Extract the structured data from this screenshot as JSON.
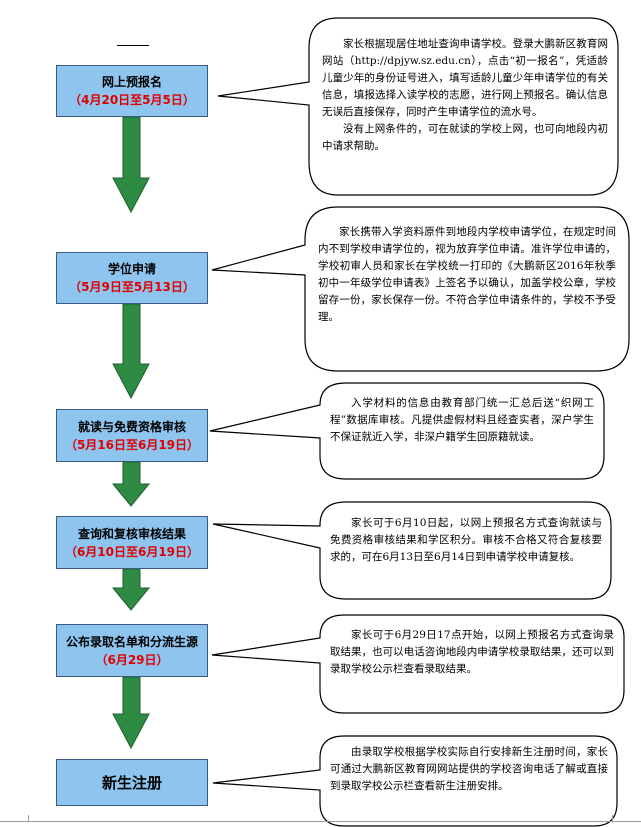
{
  "steps": [
    {
      "title": "网上预报名",
      "date": "（4月20日至5月5日）"
    },
    {
      "title": "学位申请",
      "date": "（5月9日至5月13日）"
    },
    {
      "title": "就读与免费资格审核",
      "date": "（5月16日至6月19日）"
    },
    {
      "title": "查询和复核审核结果",
      "date": "（6月10日至6月19日）"
    },
    {
      "title": "公布录取名单和分流生源",
      "date": "（6月29日）"
    },
    {
      "title": "新生注册"
    }
  ],
  "notes": [
    {
      "paragraphs": [
        "家长根据现居住地址查询申请学校。登录大鹏新区教育网网站（http://dpjyw.sz.edu.cn），点击“初一报名”，凭适龄儿童少年的身份证号进入，填写适龄儿童少年申请学位的有关信息，填报选择入读学校的志愿，进行网上预报名。确认信息无误后直接保存，同时产生申请学位的流水号。",
        "没有上网条件的，可在就读的学校上网，也可向地段内初中请求帮助。"
      ]
    },
    {
      "paragraphs": [
        "家长携带入学资料原件到地段内学校申请学位，在规定时间内不到学校申请学位的，视为放弃学位申请。准许学位申请的，学校初审人员和家长在学校统一打印的《大鹏新区2016年秋季初中一年级学位申请表》上签名予以确认，加盖学校公章，学校留存一份，家长保存一份。不符合学位申请条件的，学校不予受理。"
      ]
    },
    {
      "paragraphs": [
        "入学材料的信息由教育部门统一汇总后送“织网工程”数据库审核。凡提供虚假材料且经查实者，深户学生不保证就近入学，非深户籍学生回原籍就读。"
      ]
    },
    {
      "paragraphs": [
        "家长可于6月10日起，以网上预报名方式查询就读与免费资格审核结果和学区积分。审核不合格又符合复核要求的，可在6月13日至6月14日到申请学校申请复核。"
      ]
    },
    {
      "paragraphs": [
        "家长可于6月29日17点开始，以网上预报名方式查询录取结果，也可以电话咨询地段内申请学校录取结果，还可以到录取学校公示栏查看录取结果。"
      ]
    },
    {
      "paragraphs": [
        "由录取学校根据学校实际自行安排新生注册时间，家长可通过大鹏新区教育网网站提供的学校咨询电话了解或直接到录取学校公示栏查看新生注册安排。"
      ]
    }
  ],
  "colors": {
    "box_fill": "#8ec5ef",
    "box_border": "#3d5a80",
    "date_red": "#e00000",
    "arrow_green": "#2e8b43",
    "arrow_border": "#1f5e2c"
  }
}
